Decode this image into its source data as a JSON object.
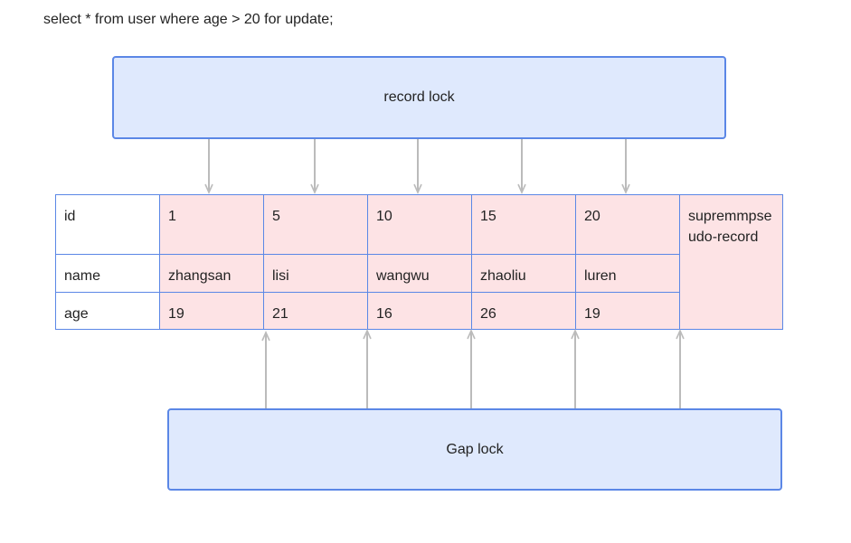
{
  "query": "select * from user where age > 20 for update;",
  "record_lock_label": "record lock",
  "gap_lock_label": "Gap lock",
  "table": {
    "row_headers": [
      "id",
      "name",
      "age"
    ],
    "records": [
      {
        "id": "1",
        "name": "zhangsan",
        "age": "19"
      },
      {
        "id": "5",
        "name": "lisi",
        "age": "21"
      },
      {
        "id": "10",
        "name": "wangwu",
        "age": "16"
      },
      {
        "id": "15",
        "name": "zhaoliu",
        "age": "26"
      },
      {
        "id": "20",
        "name": "luren",
        "age": "19"
      }
    ],
    "supremum_label": "supremmpseudo-record"
  },
  "colors": {
    "box_fill": "#dfe9fd",
    "box_border": "#5b87e6",
    "record_fill": "#fde3e5",
    "arrow": "#bbbbbb"
  }
}
